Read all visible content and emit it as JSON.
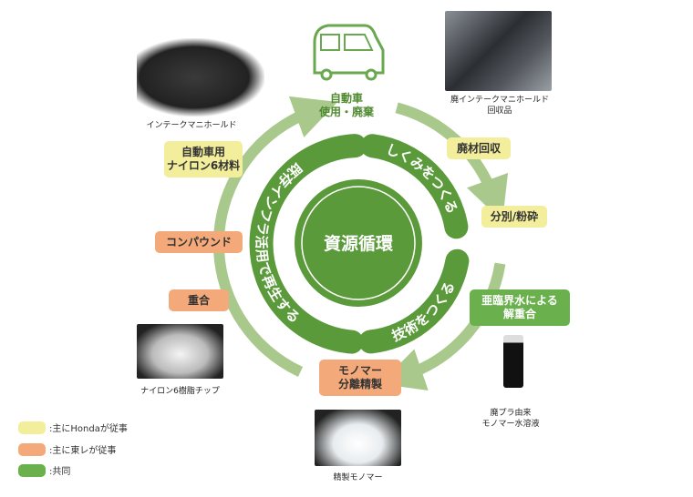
{
  "center_label": "資源循環",
  "arcs": {
    "left": "既存インフラ活用で再生する",
    "top_right": "しくみをつくる",
    "bottom_right": "技術をつくる"
  },
  "car": {
    "label": "自動車\n使用・廃棄"
  },
  "steps": {
    "collection": "廃材回収",
    "sorting": "分別/粉砕",
    "depolymerization": "亜臨界水による\n解重合",
    "monomer_refining": "モノマー\n分離精製",
    "polymerization": "重合",
    "compound": "コンパウンド",
    "material": "自動車用\nナイロン6材料"
  },
  "captions": {
    "intake": "インテークマニホールド",
    "waste_intake": "廃インテークマニホールド\n回収品",
    "monomer_solution": "廃プラ由来\nモノマー水溶液",
    "refined_monomer": "精製モノマー",
    "nylon_chip": "ナイロン6樹脂チップ"
  },
  "legend": [
    {
      "label": ":主にHondaが従事",
      "color": "#f3ee9b"
    },
    {
      "label": ":主に東レが従事",
      "color": "#f4a97a"
    },
    {
      "label": ":共同",
      "color": "#6ab04c"
    }
  ],
  "colors": {
    "dark_green": "#5a9a3a",
    "ring": "#a9c98c"
  }
}
